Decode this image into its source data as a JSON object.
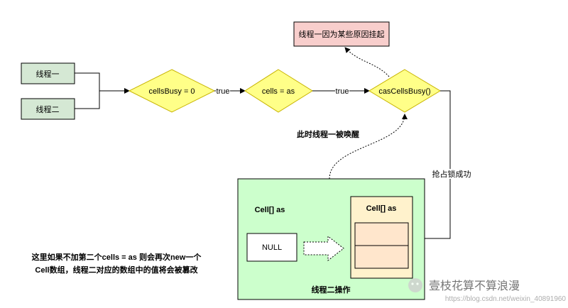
{
  "nodes": {
    "thread_one": "线程一",
    "thread_two": "线程二",
    "cells_busy_check": "cellsBusy = 0",
    "cells_eq_as": "cells = as",
    "cas_cells_busy": "casCellsBusy()",
    "suspended": "线程一因为某些原因挂起",
    "woken": "此时线程一被唤醒",
    "grab_lock": "抢占锁成功",
    "op_panel_title": "线程二操作",
    "cell_array_left": "Cell[] as",
    "null_box": "NULL",
    "cell_array_right": "Cell[] as",
    "note_line1": "这里如果不加第二个cells = as 则会再次new一个",
    "note_line2": "Cell数组，线程二对应的数组中的值将会被篡改"
  },
  "edges": {
    "true_1": "true",
    "true_2": "true"
  },
  "watermark": {
    "brand": "壹枝花算不算浪漫",
    "url": "https://blog.csdn.net/weixin_40891960"
  },
  "colors": {
    "thread_fill": "#d5e8d4",
    "diamond_fill": "#ffff88",
    "diamond_stroke": "#c8b400",
    "suspend_fill": "#f8cecc",
    "panel_fill": "#ccffcc",
    "cell_array_fill": "#fff2cc",
    "cell_fill": "#ffe6cc"
  }
}
